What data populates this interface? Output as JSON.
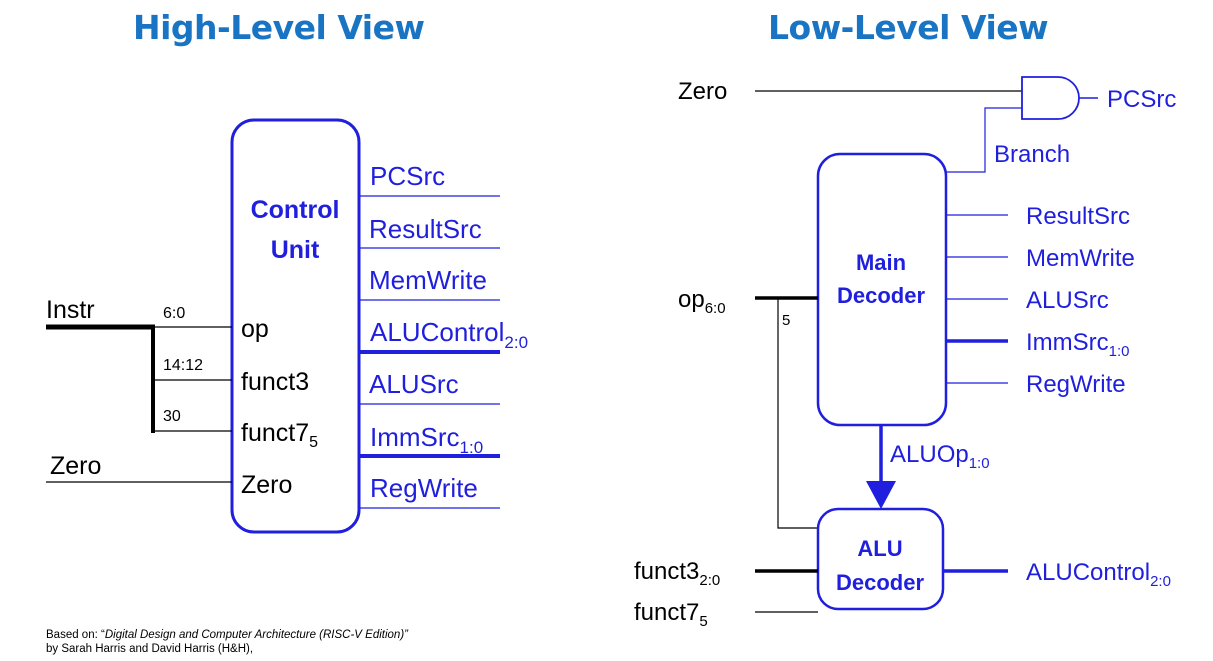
{
  "titles": {
    "high": "High-Level View",
    "low": "Low-Level View"
  },
  "high_level": {
    "unit_line1": "Control",
    "unit_line2": "Unit",
    "instr": "Instr",
    "zero_in": "Zero",
    "bits": [
      "6:0",
      "14:12",
      "30"
    ],
    "ports": [
      "op",
      "funct3",
      "funct7",
      "Zero"
    ],
    "funct7_sub": "5",
    "outputs": [
      "PCSrc",
      "ResultSrc",
      "MemWrite",
      "ALUControl",
      "ALUSrc",
      "ImmSrc",
      "RegWrite"
    ],
    "alucontrol_sub": "2:0",
    "immsrc_sub": "1:0"
  },
  "low_level": {
    "zero": "Zero",
    "pcsrc": "PCSrc",
    "branch": "Branch",
    "main_line1": "Main",
    "main_line2": "Decoder",
    "op": "op",
    "op_sub": "6:0",
    "bit5": "5",
    "outputs": [
      "ResultSrc",
      "MemWrite",
      "ALUSrc",
      "ImmSrc",
      "RegWrite"
    ],
    "immsrc_sub": "1:0",
    "aluop": "ALUOp",
    "aluop_sub": "1:0",
    "alu_line1": "ALU",
    "alu_line2": "Decoder",
    "funct3": "funct3",
    "funct3_sub": "2:0",
    "funct7": "funct7",
    "funct7_sub": "5",
    "alucontrol": "ALUControl",
    "alucontrol_sub": "2:0"
  },
  "credit": {
    "prefix": "Based on: “",
    "book": "Digital Design and Computer Architecture (RISC-V Edition)”",
    "authors": "by Sarah Harris and David Harris (H&H),"
  },
  "colors": {
    "title": "#1a74c4",
    "diagram": "#1f1fdd",
    "wire": "#000000"
  }
}
